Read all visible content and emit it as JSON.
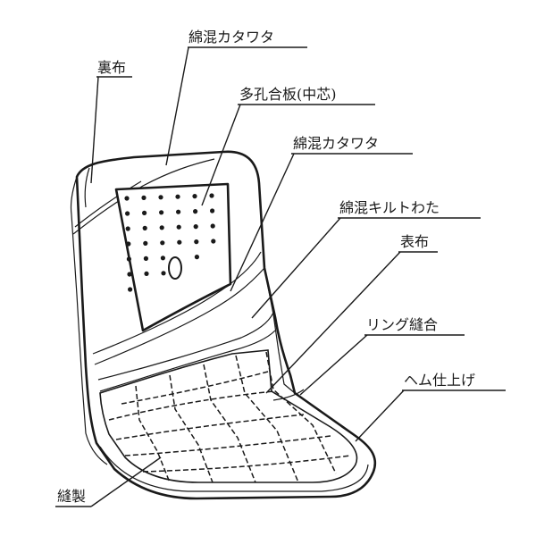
{
  "labels": {
    "back_cloth": "裏布",
    "cotton_wadding_top": "綿混カタワタ",
    "perforated_board": "多孔合板(中芯)",
    "cotton_wadding_mid": "綿混カタワタ",
    "quilt_batting": "綿混キルトわた",
    "front_cloth": "表布",
    "ring_seam": "リング縫合",
    "hem_finish": "ヘム仕上げ",
    "stitching": "縫製"
  },
  "colors": {
    "ink": "#1a1a1a",
    "paper": "#ffffff"
  }
}
